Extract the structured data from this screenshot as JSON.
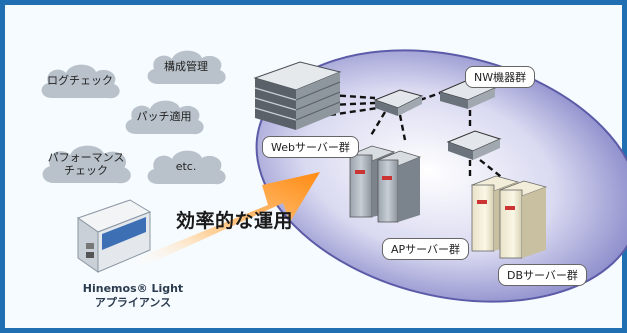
{
  "clouds": [
    {
      "label": "ログチェック"
    },
    {
      "label": "構成管理"
    },
    {
      "label": "パッチ適用"
    },
    {
      "label": "パフォーマンス\nチェック"
    },
    {
      "label": "etc."
    }
  ],
  "slogan": "効率的な運用",
  "appliance": {
    "brand": "Hinemos® Light",
    "type": "アプライアンス"
  },
  "groups": {
    "web": "Webサーバー群",
    "nw": "NW機器群",
    "ap": "APサーバー群",
    "db": "DBサーバー群"
  },
  "colors": {
    "frame": "#1f6fb2",
    "ellipse": "#8c8ccc",
    "arrow": "#ff8c1a"
  }
}
